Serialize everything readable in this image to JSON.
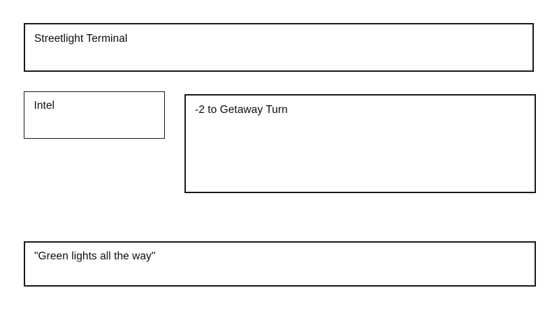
{
  "document": {
    "background_color": "#ffffff",
    "border_color": "#1a1a1a",
    "text_color": "#0d0d0d"
  },
  "boxes": {
    "title": {
      "label": "Streetlight Terminal"
    },
    "intel": {
      "label": "Intel"
    },
    "detail": {
      "label": "-2 to Getaway Turn"
    },
    "quote": {
      "label": "\"Green lights all the way\""
    }
  }
}
